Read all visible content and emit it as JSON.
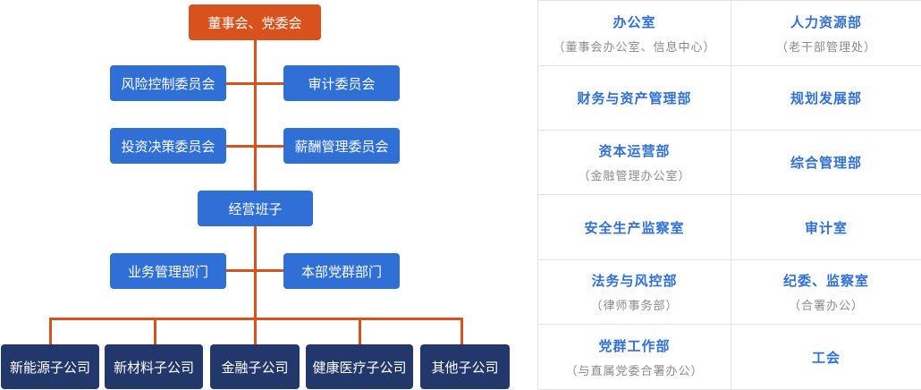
{
  "org_chart": {
    "top": "董事会、党委会",
    "committees_row1": [
      "风险控制委员会",
      "审计委员会"
    ],
    "committees_row2": [
      "投资决策委员会",
      "薪酬管理委员会"
    ],
    "management": "经营班子",
    "departments_row": [
      "业务管理部门",
      "本部党群部门"
    ],
    "subsidiaries": [
      "新能源子公司",
      "新材料子公司",
      "金融子公司",
      "健康医疗子公司",
      "其他子公司"
    ]
  },
  "departments": [
    {
      "name": "办公室",
      "sub": "（董事会办公室、信息中心）"
    },
    {
      "name": "人力资源部",
      "sub": "（老干部管理处）"
    },
    {
      "name": "财务与资产管理部",
      "sub": ""
    },
    {
      "name": "规划发展部",
      "sub": ""
    },
    {
      "name": "资本运营部",
      "sub": "（金融管理办公室）"
    },
    {
      "name": "综合管理部",
      "sub": ""
    },
    {
      "name": "安全生产监察室",
      "sub": ""
    },
    {
      "name": "审计室",
      "sub": ""
    },
    {
      "name": "法务与风控部",
      "sub": "（律师事务部）"
    },
    {
      "name": "纪委、监察室",
      "sub": "（合署办公）"
    },
    {
      "name": "党群工作部",
      "sub": "（与直属党委合署办公）"
    },
    {
      "name": "工会",
      "sub": ""
    }
  ],
  "colors": {
    "connector": "#d8521d",
    "top_node": "#d8521d",
    "blue_node": "#2f6fd6",
    "subsidiary_node": "#23386a",
    "dept_text": "#2f6fd6"
  }
}
